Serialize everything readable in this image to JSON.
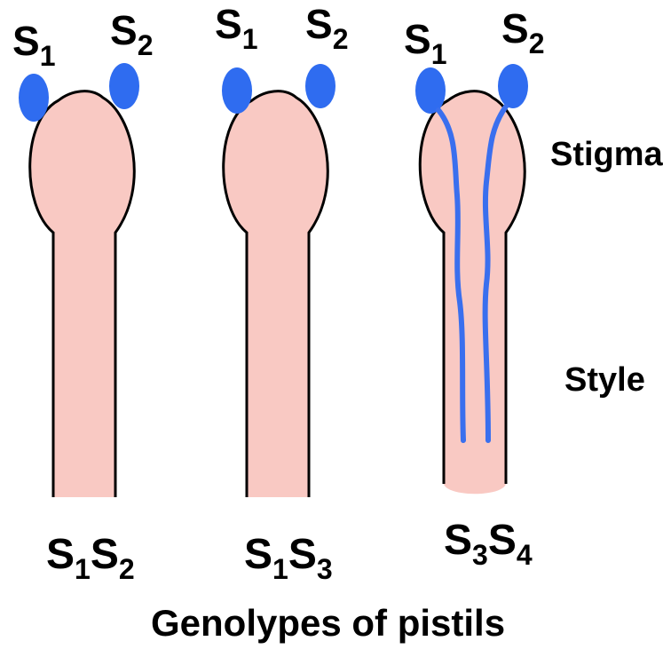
{
  "pistils": [
    {
      "pollen_left": {
        "base": "S",
        "sub": "1"
      },
      "pollen_right": {
        "base": "S",
        "sub": "2"
      },
      "genotype": [
        {
          "base": "S",
          "sub": "1"
        },
        {
          "base": "S",
          "sub": "2"
        }
      ],
      "tubes_grow": false
    },
    {
      "pollen_left": {
        "base": "S",
        "sub": "1"
      },
      "pollen_right": {
        "base": "S",
        "sub": "2"
      },
      "genotype": [
        {
          "base": "S",
          "sub": "1"
        },
        {
          "base": "S",
          "sub": "3"
        }
      ],
      "tubes_grow": false
    },
    {
      "pollen_left": {
        "base": "S",
        "sub": "1"
      },
      "pollen_right": {
        "base": "S",
        "sub": "2"
      },
      "genotype": [
        {
          "base": "S",
          "sub": "3"
        },
        {
          "base": "S",
          "sub": "4"
        }
      ],
      "tubes_grow": true
    }
  ],
  "labels": {
    "stigma": "Stigma",
    "style": "Style",
    "caption": "Genolypes of pistils"
  },
  "colors": {
    "pistil": "#f9c9c3",
    "pollen": "#2f6cf0",
    "tube": "#3a6fee",
    "outline": "#000000"
  }
}
